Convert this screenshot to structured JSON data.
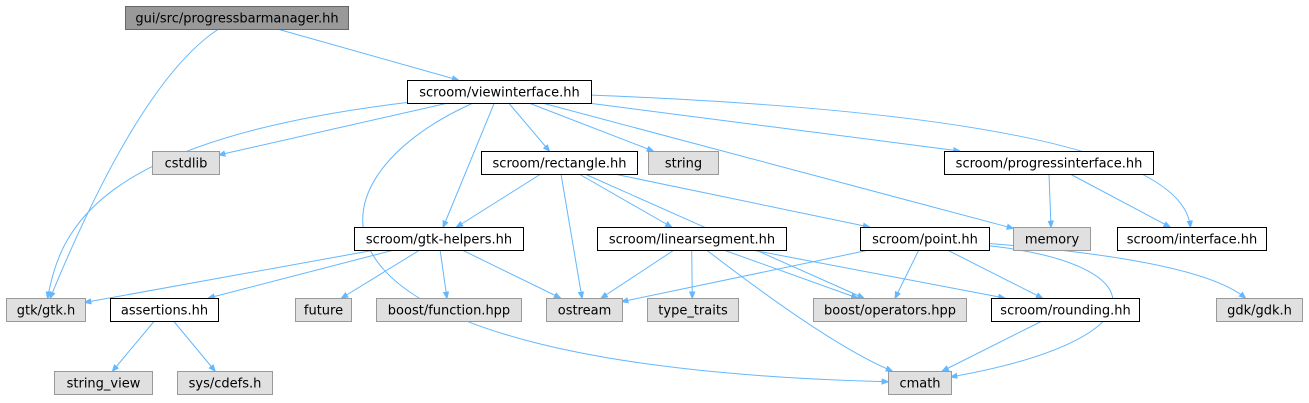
{
  "graph": {
    "edge_color": "#63b8ff",
    "nodes": [
      {
        "id": "progressbarmanager",
        "label": "gui/src/progressbarmanager.hh",
        "style": "root"
      },
      {
        "id": "viewinterface",
        "label": "scroom/viewinterface.hh",
        "style": "local"
      },
      {
        "id": "cstdlib",
        "label": "cstdlib",
        "style": "system"
      },
      {
        "id": "rectangle",
        "label": "scroom/rectangle.hh",
        "style": "local"
      },
      {
        "id": "string",
        "label": "string",
        "style": "system"
      },
      {
        "id": "progressinterface",
        "label": "scroom/progressinterface.hh",
        "style": "local"
      },
      {
        "id": "gtkhelpers",
        "label": "scroom/gtk-helpers.hh",
        "style": "local"
      },
      {
        "id": "linearsegment",
        "label": "scroom/linearsegment.hh",
        "style": "local"
      },
      {
        "id": "point",
        "label": "scroom/point.hh",
        "style": "local"
      },
      {
        "id": "memory",
        "label": "memory",
        "style": "system"
      },
      {
        "id": "interface",
        "label": "scroom/interface.hh",
        "style": "local"
      },
      {
        "id": "gtk",
        "label": "gtk/gtk.h",
        "style": "system"
      },
      {
        "id": "assertions",
        "label": "assertions.hh",
        "style": "local"
      },
      {
        "id": "future",
        "label": "future",
        "style": "system"
      },
      {
        "id": "boostfunction",
        "label": "boost/function.hpp",
        "style": "system"
      },
      {
        "id": "ostream",
        "label": "ostream",
        "style": "system"
      },
      {
        "id": "typetraits",
        "label": "type_traits",
        "style": "system"
      },
      {
        "id": "boostoperators",
        "label": "boost/operators.hpp",
        "style": "system"
      },
      {
        "id": "rounding",
        "label": "scroom/rounding.hh",
        "style": "local"
      },
      {
        "id": "gdk",
        "label": "gdk/gdk.h",
        "style": "system"
      },
      {
        "id": "stringview",
        "label": "string_view",
        "style": "system"
      },
      {
        "id": "cdefs",
        "label": "sys/cdefs.h",
        "style": "system"
      },
      {
        "id": "cmath",
        "label": "cmath",
        "style": "system"
      }
    ],
    "edges": [
      {
        "from": "progressbarmanager",
        "to": "viewinterface"
      },
      {
        "from": "progressbarmanager",
        "to": "gtk"
      },
      {
        "from": "viewinterface",
        "to": "gtk"
      },
      {
        "from": "viewinterface",
        "to": "cstdlib"
      },
      {
        "from": "viewinterface",
        "to": "cmath"
      },
      {
        "from": "viewinterface",
        "to": "gtkhelpers"
      },
      {
        "from": "viewinterface",
        "to": "rectangle"
      },
      {
        "from": "viewinterface",
        "to": "string"
      },
      {
        "from": "viewinterface",
        "to": "memory"
      },
      {
        "from": "viewinterface",
        "to": "progressinterface"
      },
      {
        "from": "viewinterface",
        "to": "interface"
      },
      {
        "from": "rectangle",
        "to": "gtkhelpers"
      },
      {
        "from": "rectangle",
        "to": "ostream"
      },
      {
        "from": "rectangle",
        "to": "linearsegment"
      },
      {
        "from": "rectangle",
        "to": "point"
      },
      {
        "from": "rectangle",
        "to": "boostoperators"
      },
      {
        "from": "progressinterface",
        "to": "memory"
      },
      {
        "from": "progressinterface",
        "to": "interface"
      },
      {
        "from": "gtkhelpers",
        "to": "gtk"
      },
      {
        "from": "gtkhelpers",
        "to": "assertions"
      },
      {
        "from": "gtkhelpers",
        "to": "future"
      },
      {
        "from": "gtkhelpers",
        "to": "boostfunction"
      },
      {
        "from": "gtkhelpers",
        "to": "ostream"
      },
      {
        "from": "linearsegment",
        "to": "ostream"
      },
      {
        "from": "linearsegment",
        "to": "typetraits"
      },
      {
        "from": "linearsegment",
        "to": "boostoperators"
      },
      {
        "from": "linearsegment",
        "to": "rounding"
      },
      {
        "from": "linearsegment",
        "to": "cmath"
      },
      {
        "from": "point",
        "to": "ostream"
      },
      {
        "from": "point",
        "to": "boostoperators"
      },
      {
        "from": "point",
        "to": "rounding"
      },
      {
        "from": "point",
        "to": "gdk"
      },
      {
        "from": "point",
        "to": "cmath"
      },
      {
        "from": "assertions",
        "to": "stringview"
      },
      {
        "from": "assertions",
        "to": "cdefs"
      },
      {
        "from": "rounding",
        "to": "cmath"
      }
    ]
  }
}
